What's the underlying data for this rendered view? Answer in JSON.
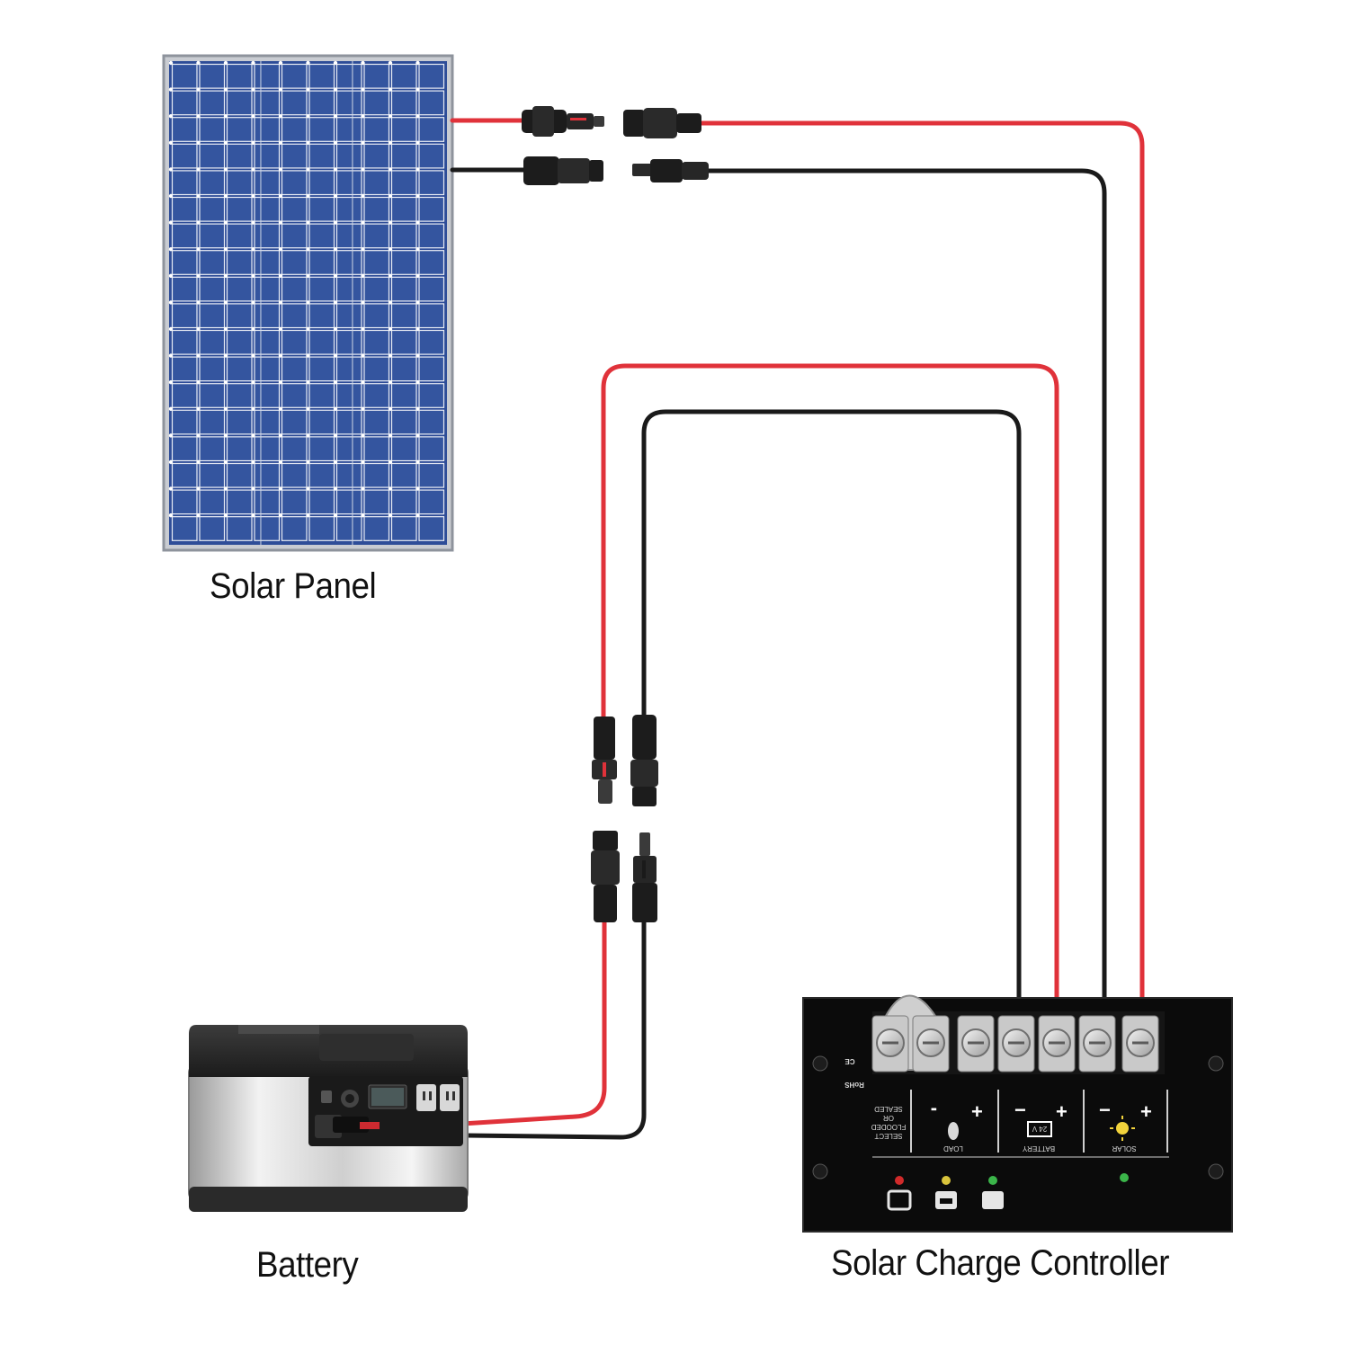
{
  "labels": {
    "solar_panel": "Solar Panel",
    "battery": "Battery",
    "controller": "Solar Charge Controller"
  },
  "controller_text": {
    "rohs": "RoHS",
    "ce": "CE",
    "battery_tag": "BATTERY",
    "solar_tag": "SOLAR",
    "load_tag": "LOAD",
    "voltage": "24 V",
    "sealed": "SEALED",
    "or": "OR",
    "flooded": "FLOODED",
    "select": "SELECT"
  },
  "colors": {
    "positive_wire": "#e0323a",
    "negative_wire": "#1a1a1a",
    "panel_cell": "#2f4f9a",
    "panel_grid": "#e8ecf4",
    "controller_body": "#0b0b0b"
  }
}
